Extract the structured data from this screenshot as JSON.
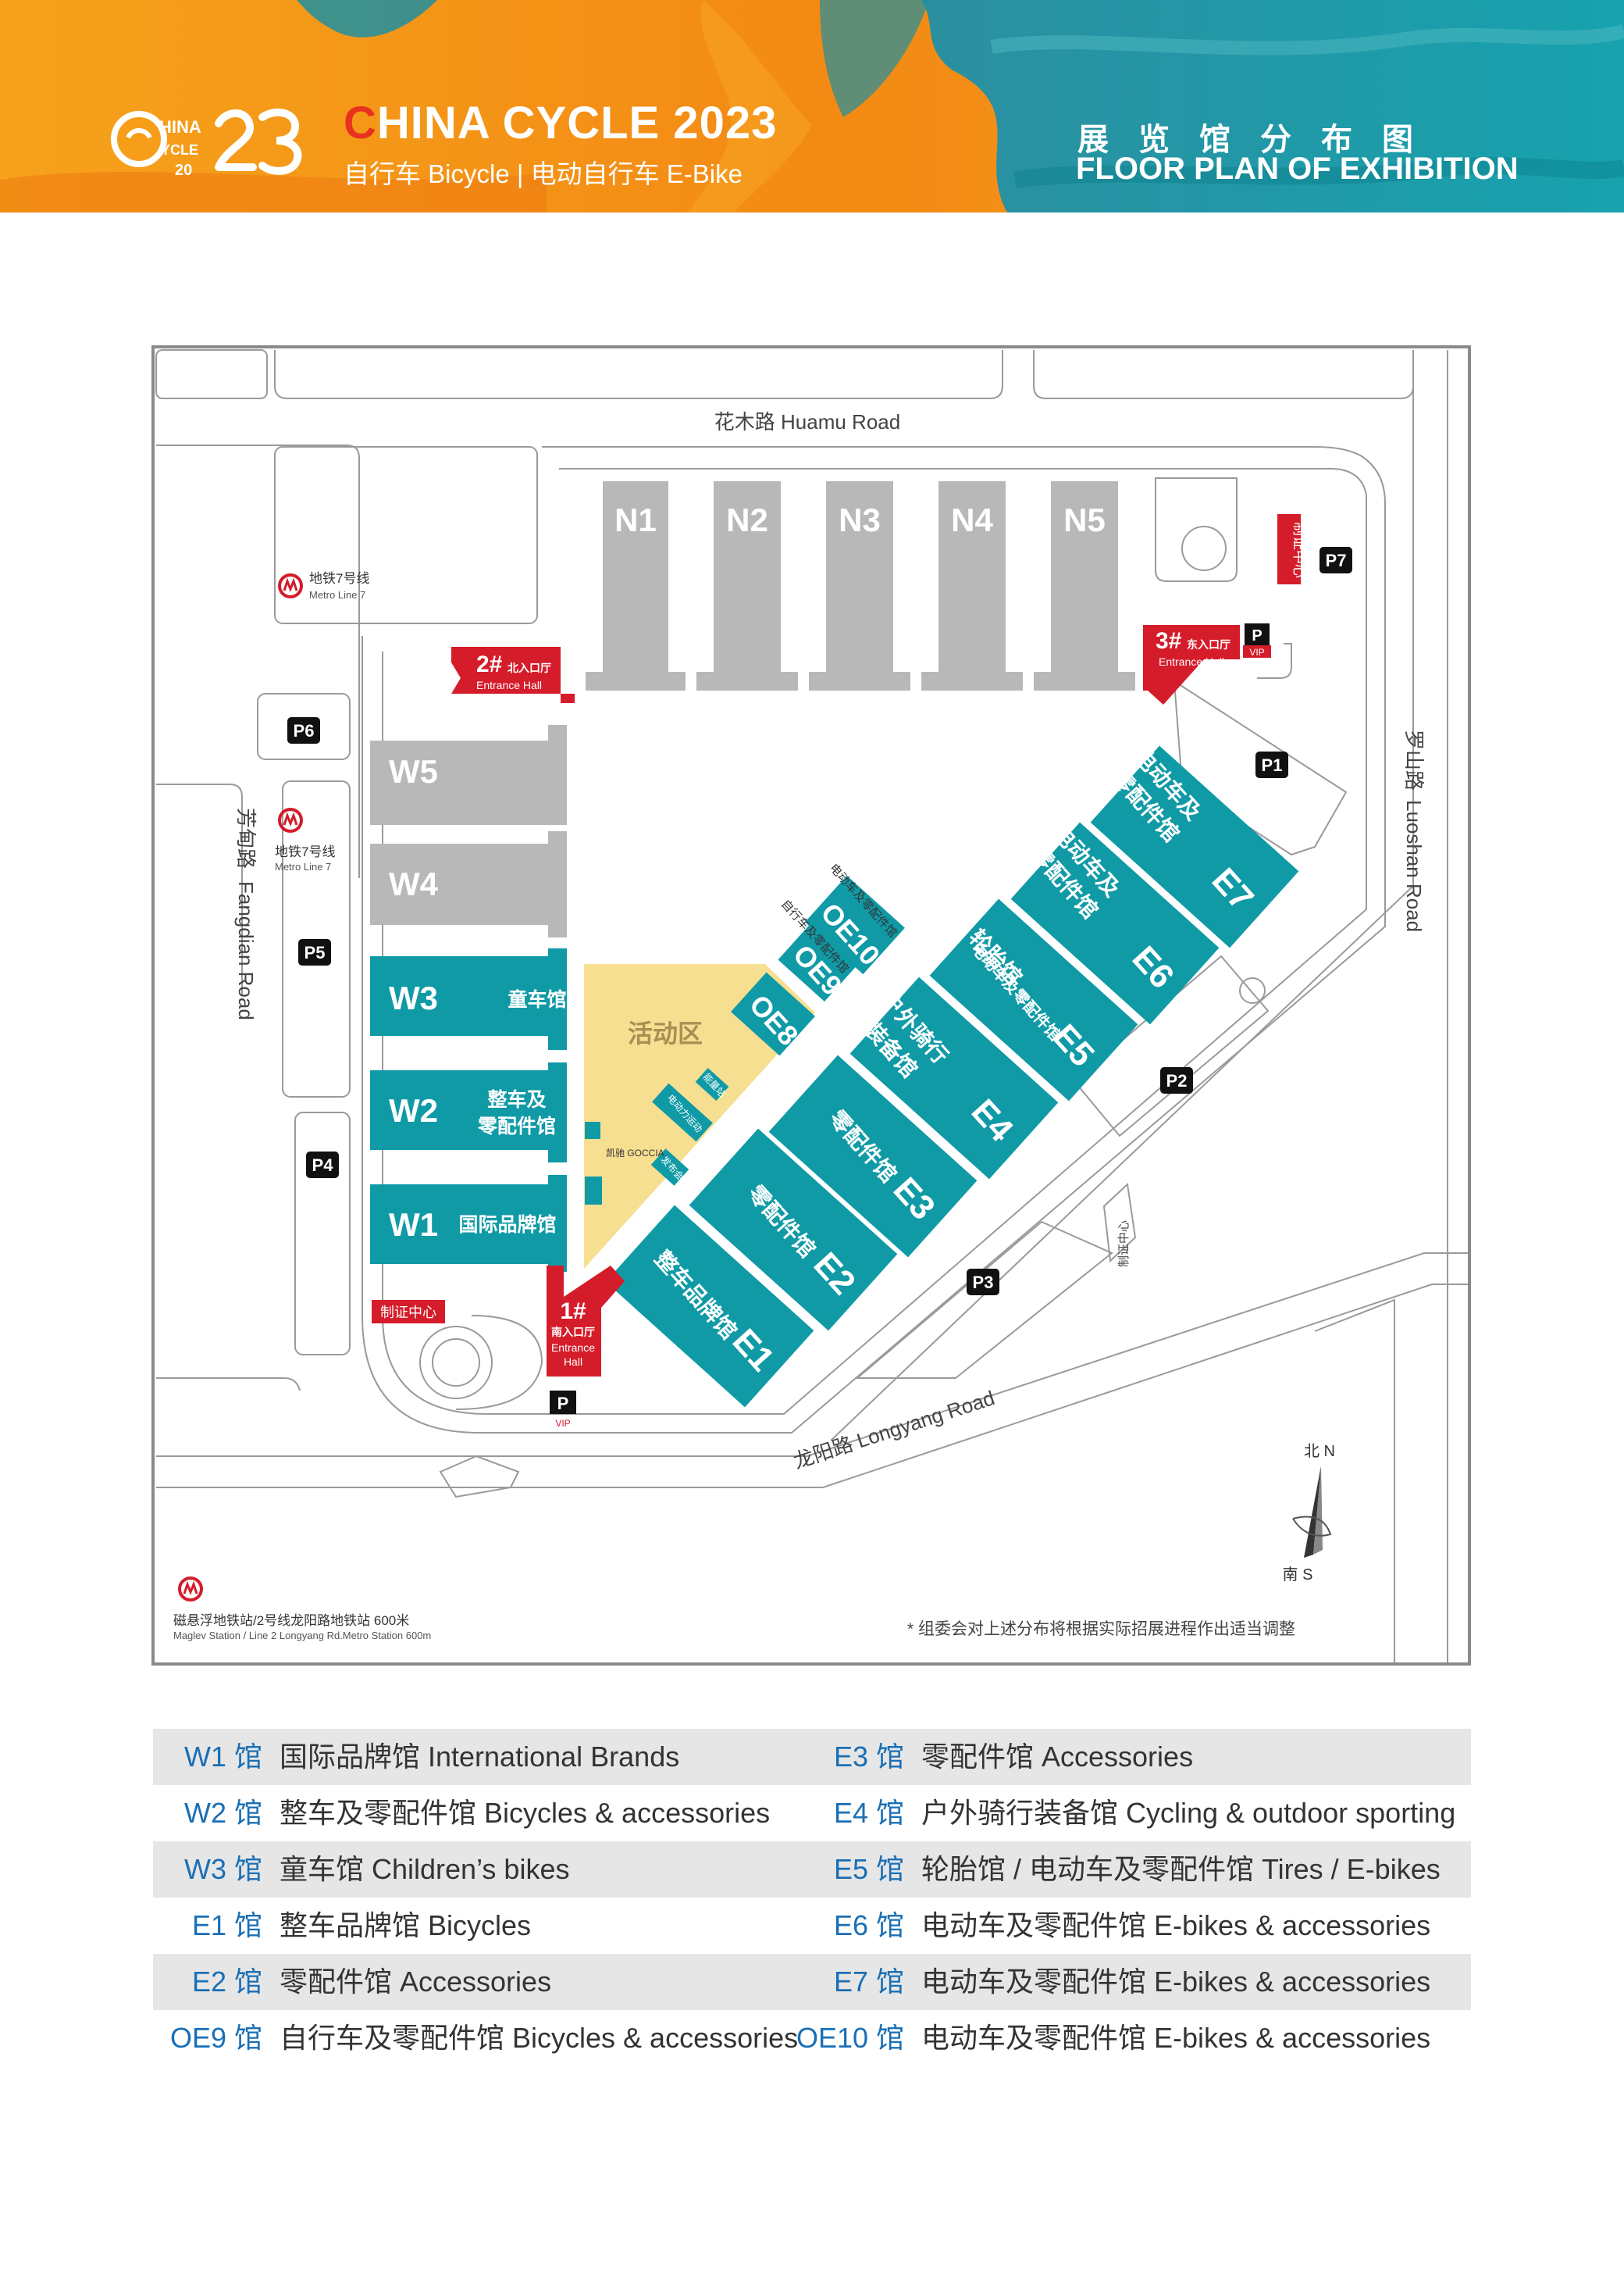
{
  "header": {
    "logo_text": "CHINA CYCLE 2023",
    "title_first_letter": "C",
    "title_rest": "HINA CYCLE 2023",
    "subtitle": "自行车 Bicycle | 电动自行车 E-Bike",
    "right_cn": "展览馆分布图",
    "right_en": "FLOOR PLAN OF EXHIBITION"
  },
  "map": {
    "roads": {
      "huamu": "花木路  Huamu Road",
      "luoshan_cn": "罗山路",
      "luoshan_en": "Luoshan Road",
      "fangdian_cn": "芳甸路",
      "fangdian_en": "Fangdian Road",
      "longyang": "龙阳路  Longyang Road"
    },
    "halls_north": [
      "N1",
      "N2",
      "N3",
      "N4",
      "N5"
    ],
    "halls_west": [
      {
        "code": "W5",
        "label": ""
      },
      {
        "code": "W4",
        "label": ""
      },
      {
        "code": "W3",
        "label": "童车馆"
      },
      {
        "code": "W2",
        "label": "整车及零配件馆"
      },
      {
        "code": "W1",
        "label": "国际品牌馆"
      }
    ],
    "halls_east": [
      {
        "code": "E1",
        "label": "整车品牌馆"
      },
      {
        "code": "E2",
        "label": "零配件馆"
      },
      {
        "code": "E3",
        "label": "零配件馆"
      },
      {
        "code": "E4",
        "label": "户外骑行装备馆"
      },
      {
        "code": "E5",
        "label": "轮胎馆 电动车及零配件馆"
      },
      {
        "code": "E6",
        "label": "电动车及零配件馆"
      },
      {
        "code": "E7",
        "label": "电动车及零配件馆"
      }
    ],
    "halls_oe": [
      {
        "code": "OE10",
        "label": "电动车及零配件馆"
      },
      {
        "code": "OE9",
        "label": "自行车及零配件馆"
      },
      {
        "code": "OE8",
        "label": ""
      }
    ],
    "activity_area": "活动区",
    "small_booths": [
      "电动力运动",
      "能量站",
      "发布会",
      "凯驰 GOCCIA"
    ],
    "entrances": [
      {
        "num": "1#",
        "cn": "南入口厅",
        "en": "Entrance Hall"
      },
      {
        "num": "2#",
        "cn": "北入口厅",
        "en": "Entrance Hall"
      },
      {
        "num": "3#",
        "cn": "东入口厅",
        "en": "Entrance Hall"
      }
    ],
    "cert_center": "制证中心",
    "cert_center_east": "制证中心",
    "parking": [
      "P1",
      "P2",
      "P3",
      "P4",
      "P5",
      "P6",
      "P7"
    ],
    "parking_symbol": "P",
    "vip": "VIP",
    "metro": {
      "line7_cn": "地铁7号线",
      "line7_en": "Metro Line 7",
      "maglev_cn": "磁悬浮地铁站/2号线龙阳路地铁站  600米",
      "maglev_en": "Maglev Station / Line 2 Longyang Rd.Metro Station 600m"
    },
    "compass_n": "北 N",
    "compass_s": "南 S",
    "note": "* 组委会对上述分布将根据实际招展进程作出适当调整"
  },
  "legend": [
    {
      "code": "W1 馆",
      "desc": "国际品牌馆 International Brands"
    },
    {
      "code": "E3 馆",
      "desc": "零配件馆 Accessories"
    },
    {
      "code": "W2 馆",
      "desc": "整车及零配件馆 Bicycles & accessories"
    },
    {
      "code": "E4 馆",
      "desc": "户外骑行装备馆 Cycling & outdoor sporting"
    },
    {
      "code": "W3 馆",
      "desc": "童车馆 Children’s bikes"
    },
    {
      "code": "E5 馆",
      "desc": "轮胎馆 / 电动车及零配件馆 Tires / E-bikes"
    },
    {
      "code": "E1 馆",
      "desc": "整车品牌馆 Bicycles"
    },
    {
      "code": "E6 馆",
      "desc": "电动车及零配件馆 E-bikes & accessories"
    },
    {
      "code": "E2 馆",
      "desc": "零配件馆 Accessories"
    },
    {
      "code": "E7 馆",
      "desc": "电动车及零配件馆 E-bikes & accessories"
    },
    {
      "code": "OE9 馆",
      "desc": "自行车及零配件馆 Bicycles & accessories"
    },
    {
      "code": "OE10 馆",
      "desc": "电动车及零配件馆 E-bikes & accessories"
    }
  ],
  "colors": {
    "hall_teal": "#0f9aa6",
    "hall_grey": "#b8b8b8",
    "entrance_red": "#d51c2a",
    "activity_yellow": "#f7df92",
    "legend_code_blue": "#1a6fb5"
  }
}
